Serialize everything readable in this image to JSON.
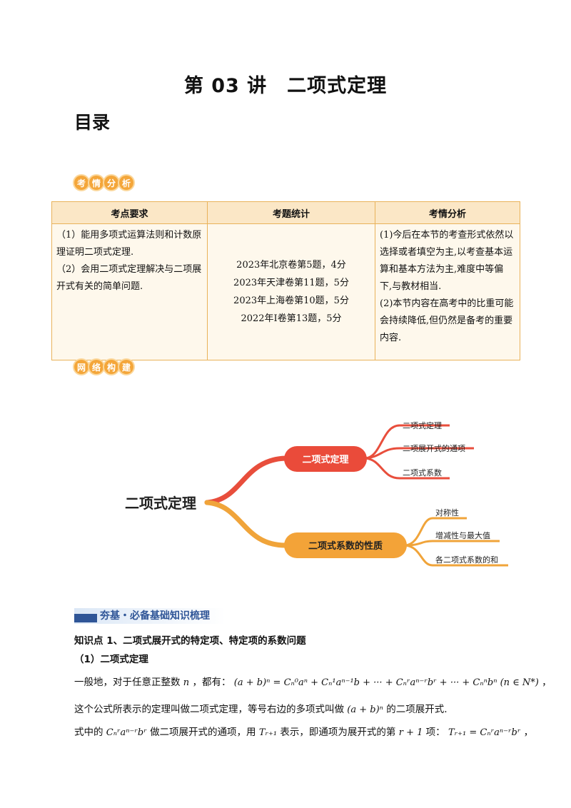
{
  "title": "第 03 讲　二项式定理",
  "toc": "目录",
  "badge1": [
    "考",
    "情",
    "分",
    "析"
  ],
  "badge2": [
    "网",
    "络",
    "构",
    "建"
  ],
  "table": {
    "headers": [
      "考点要求",
      "考题统计",
      "考情分析"
    ],
    "requirements": [
      "（1）能用多项式运算法则和计数原理证明二项式定理.",
      "（2）会用二项式定理解决与二项展开式有关的简单问题."
    ],
    "stats": [
      "2023年北京卷第5题，4分",
      "2023年天津卷第11题，5分",
      "2023年上海卷第10题，5分",
      "2022年I卷第13题，5分"
    ],
    "analysis": [
      "(1)今后在本节的考查形式依然以选择或者填空为主,以考查基本运算和基本方法为主,难度中等偏下,与教材相当.",
      "(2)本节内容在高考中的比重可能会持续降低,但仍然是备考的重要内容."
    ]
  },
  "mindmap": {
    "root": "二项式定理",
    "branch1": "二项式定理",
    "branch1_leaves": [
      "二项式定理",
      "二项展开式的通项",
      "二项式系数"
    ],
    "branch2": "二项式系数的性质",
    "branch2_leaves": [
      "对称性",
      "增减性与最大值",
      "各二项式系数的和"
    ]
  },
  "section_title": "夯基・必备基础知识梳理",
  "kp_heading": "知识点 1、二项式展开式的特定项、特定项的系数问题",
  "sub_heading": "（1）二项式定理",
  "para1_lead": "一般地，对于任意正整数",
  "para1_n": "n",
  "para1_mid": "，都有：",
  "formula1": "(a + b)ⁿ = Cₙ⁰aⁿ + Cₙ¹aⁿ⁻¹b + ··· + Cₙʳaⁿ⁻ʳbʳ + ··· + Cₙⁿbⁿ (n ∈ N*)",
  "para1_end": "，",
  "para2_lead": "这个公式所表示的定理叫做二项式定理，等号右边的多项式叫做",
  "para2_formula": "(a + b)ⁿ",
  "para2_end": "的二项展开式.",
  "para3_a": "式中的",
  "para3_term": "Cₙʳaⁿ⁻ʳbʳ",
  "para3_b": "做二项展开式的通项，用",
  "para3_T": "Tᵣ₊₁",
  "para3_c": "表示，即通项为展开式的第",
  "para3_r": "r + 1",
  "para3_d": "项：",
  "para3_formula": "Tᵣ₊₁ = Cₙʳaⁿ⁻ʳbʳ",
  "para3_end": "，"
}
